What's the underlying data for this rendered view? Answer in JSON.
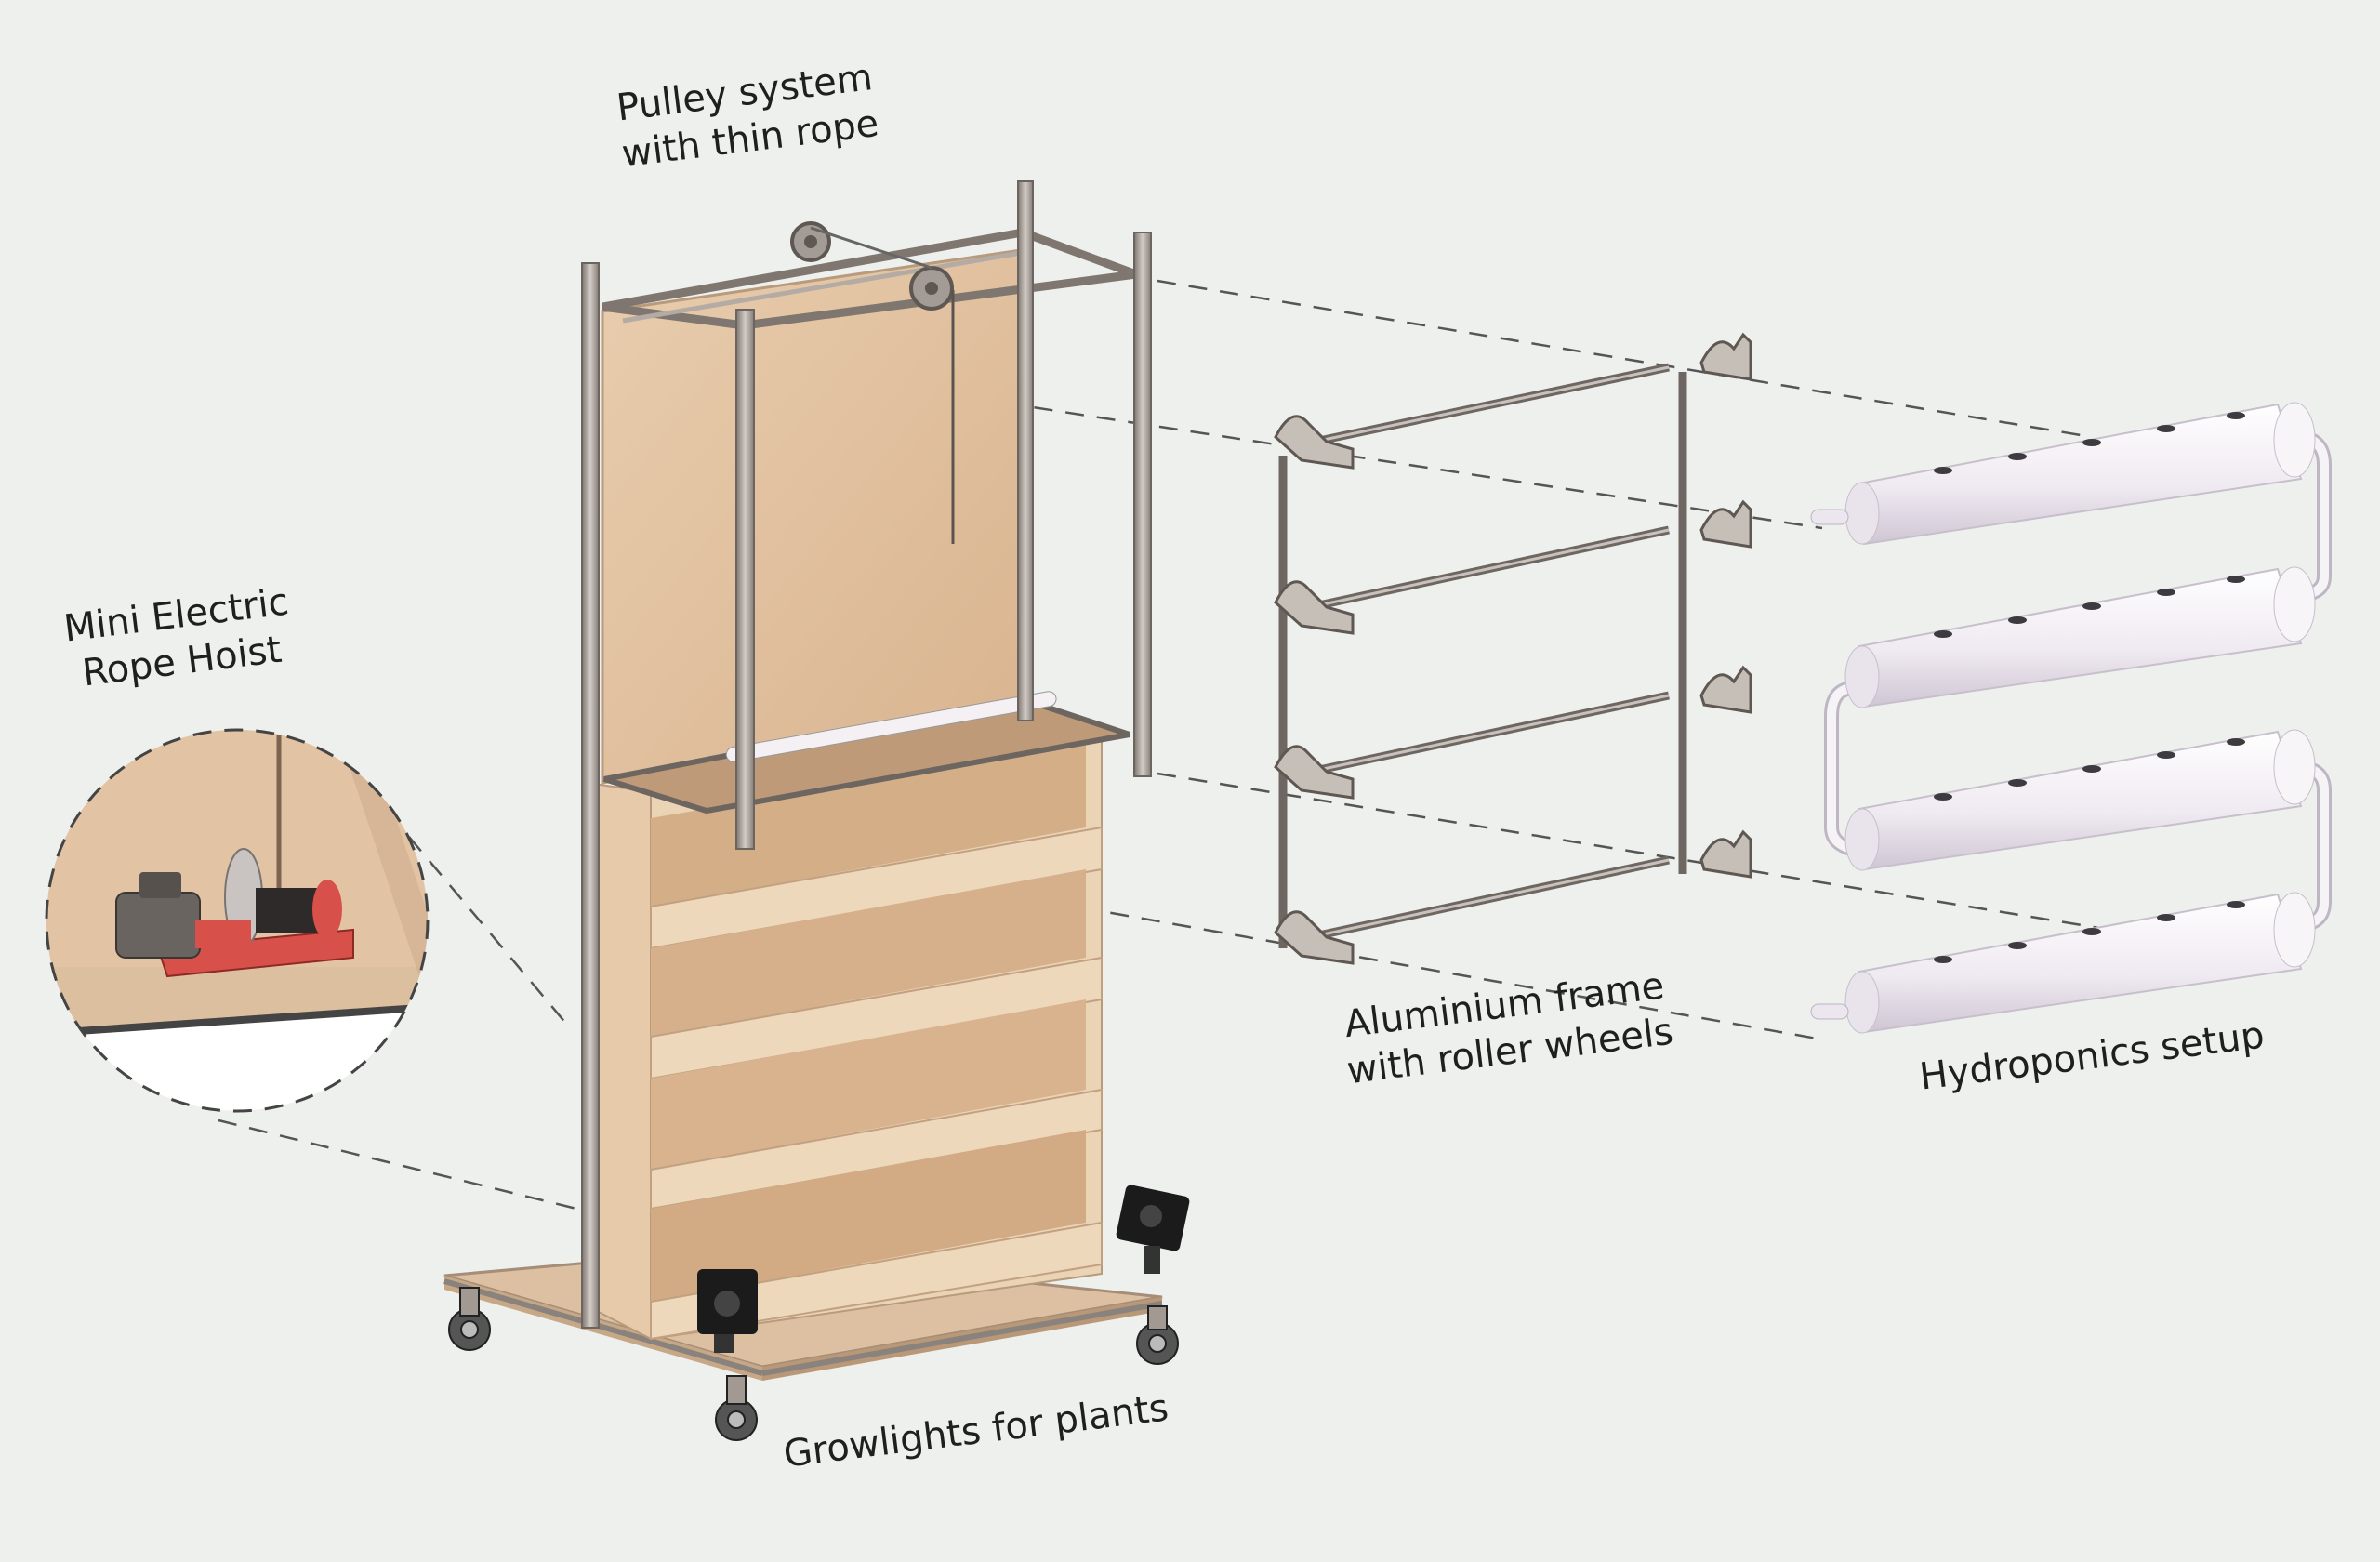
{
  "labels": {
    "pulley": [
      "Pulley system",
      "with thin rope"
    ],
    "hoist": [
      "Mini Electric",
      "Rope Hoist"
    ],
    "aluminium": [
      "Aluminium frame",
      "with roller wheels"
    ],
    "hydroponics": "Hydroponics  setup",
    "growlights": "Growlights for plants"
  },
  "colors": {
    "background": "#eef0ed",
    "plywood": "#e3c4a2",
    "metal": "#9a928c",
    "hoist_base": "#d8504a",
    "pipe": "#f3eef5"
  }
}
